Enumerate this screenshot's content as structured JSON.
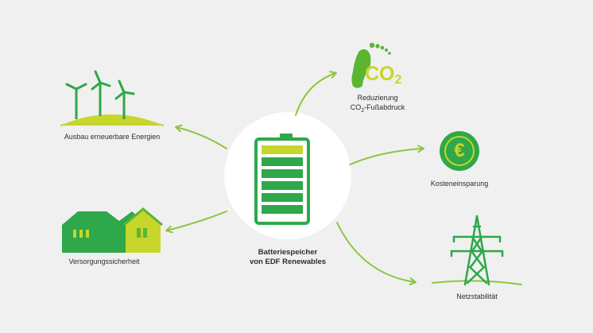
{
  "center": {
    "line1": "Batteriespeicher",
    "line2": "von EDF Renewables"
  },
  "nodes": {
    "wind": {
      "label": "Ausbau erneuerbare Energien",
      "icon": "wind-turbines-icon"
    },
    "houses": {
      "label": "Versorgungssicherheit",
      "icon": "houses-icon"
    },
    "footprint": {
      "line1": "Reduzierung",
      "line2_main": "CO",
      "line2_sub": "2",
      "line2_rest": "-Fußabdruck",
      "badge_main": "CO",
      "badge_sub": "2",
      "icon": "footprint-icon"
    },
    "cost": {
      "label": "Kosteneinsparung",
      "icon": "euro-coin-icon",
      "symbol": "€"
    },
    "grid": {
      "label": "Netzstabilität",
      "icon": "power-pylon-icon"
    }
  },
  "colors": {
    "dark_green": "#2ea84a",
    "mid_green": "#5cb531",
    "lime": "#c6d62a",
    "arrow": "#8cc63f",
    "background": "#f0f0f0"
  }
}
